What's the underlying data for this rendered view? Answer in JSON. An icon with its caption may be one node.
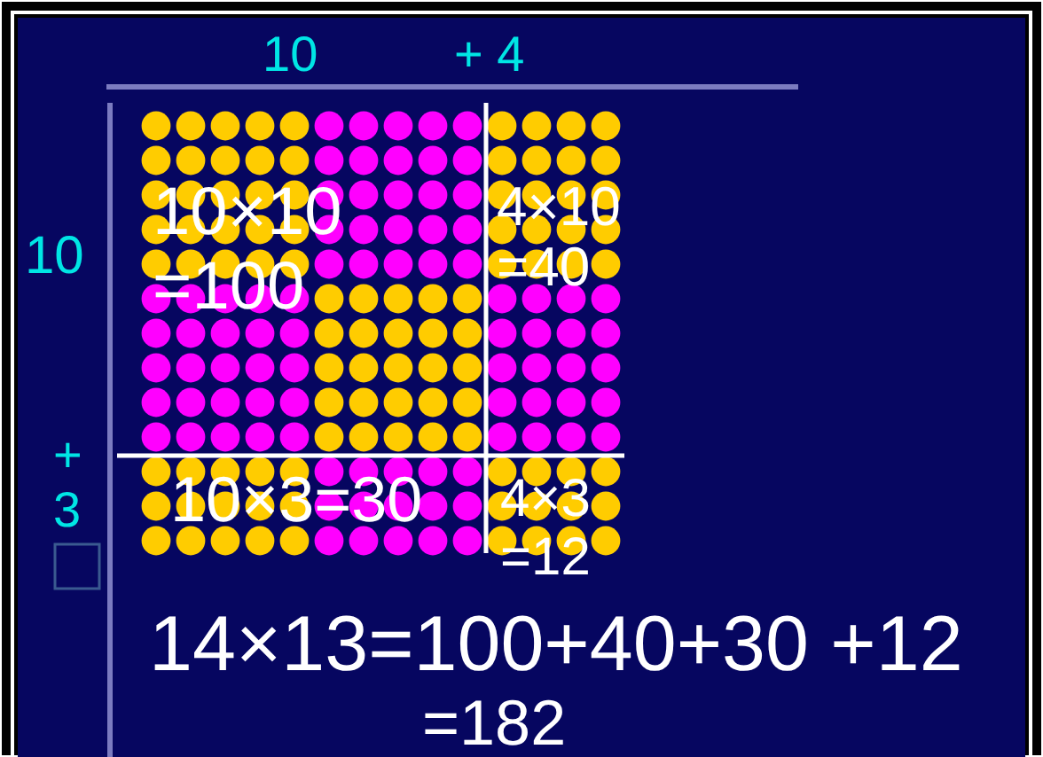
{
  "diagram": {
    "labels": [
      "10",
      "+ 4",
      "10",
      "+ 3",
      "10×10 =100",
      "4×10 =40",
      "10×3=30",
      "4×3 =12",
      "14×13=100+40+30 +12",
      "=182"
    ]
  }
}
